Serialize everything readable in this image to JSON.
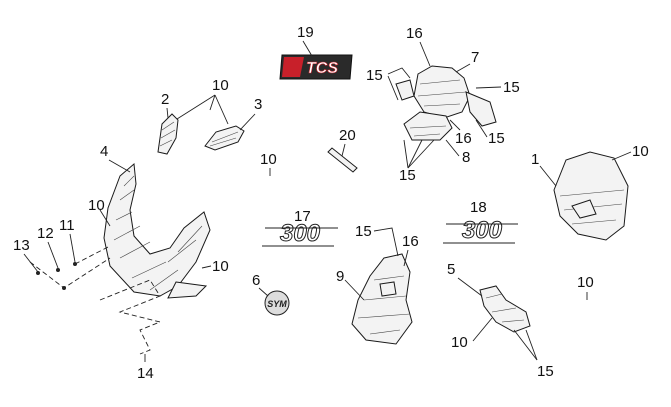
{
  "colors": {
    "line": "#1a1a1a",
    "logo_red": "#c8202a",
    "logo_dark": "#2a2a2a",
    "background": "#ffffff"
  },
  "callouts": {
    "n1": "1",
    "n2": "2",
    "n3": "3",
    "n4": "4",
    "n5": "5",
    "n6": "6",
    "n7": "7",
    "n8": "8",
    "n9": "9",
    "n10a": "10",
    "n10b": "10",
    "n10c": "10",
    "n10d": "10",
    "n10e": "10",
    "n10f": "10",
    "n10g": "10",
    "n11": "11",
    "n12": "12",
    "n13": "13",
    "n14": "14",
    "n15a": "15",
    "n15b": "15",
    "n15c": "15",
    "n15d": "15",
    "n15e": "15",
    "n15f": "15",
    "n16a": "16",
    "n16b": "16",
    "n16c": "16",
    "n17": "17",
    "n18": "18",
    "n19": "19",
    "n20": "20"
  },
  "decals": {
    "emblem_17": "300",
    "emblem_18": "300",
    "badge_6": "SYM"
  },
  "logo_19": {
    "text": "TCS"
  }
}
